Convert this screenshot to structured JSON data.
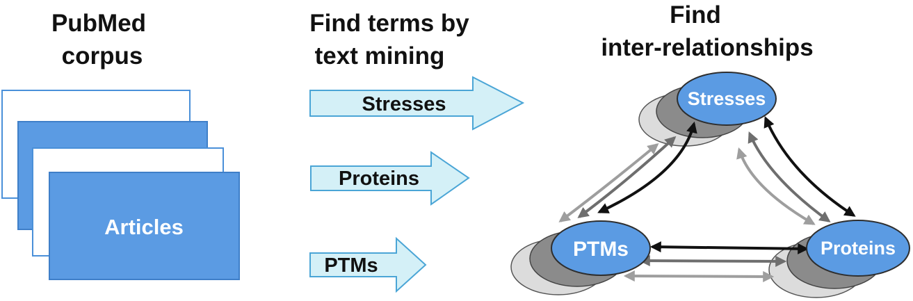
{
  "headings": {
    "corpus_line1": "PubMed",
    "corpus_line2": "corpus",
    "mining_line1": "Find terms by",
    "mining_line2": "text mining",
    "relations_line1": "Find",
    "relations_line2": "inter-relationships"
  },
  "articles_label": "Articles",
  "terms": {
    "stresses": "Stresses",
    "proteins": "Proteins",
    "ptms": "PTMs"
  },
  "nodes": {
    "stresses": "Stresses",
    "ptms": "PTMs",
    "proteins": "Proteins"
  },
  "colors": {
    "node_fill": "#5b9be3",
    "article_blue": "#5b9be3",
    "arrow_fill": "#d4f0f7",
    "arrow_stroke": "#4aa5d6",
    "shadow_dark": "#8b8b8b",
    "shadow_light": "#dcdcdc",
    "edge_black": "#111111",
    "edge_dark_gray": "#6e6e6e",
    "edge_light_gray": "#9e9e9e"
  }
}
